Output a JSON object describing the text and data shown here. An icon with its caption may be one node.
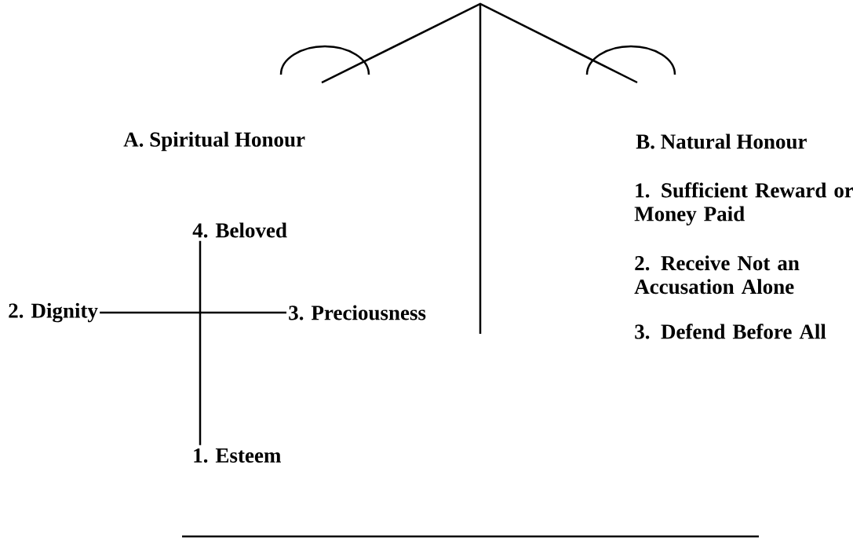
{
  "diagram": {
    "nodes": [
      {
        "text": [
          "A. Spiritual Honour"
        ]
      },
      {
        "text": [
          "B. Natural Honour"
        ]
      },
      {
        "text": [
          "4. Beloved"
        ]
      },
      {
        "text": [
          "2. Dignity"
        ]
      },
      {
        "text": [
          "3. Preciousness"
        ]
      },
      {
        "text": [
          "1. Esteem"
        ]
      }
    ],
    "edges": [
      {
        "from": 3,
        "to": 4,
        "arrow": "none"
      },
      {
        "from": 2,
        "to": 5,
        "arrow": "none"
      }
    ],
    "labels": [
      "1. Sufficient Reward or Money Paid",
      "2. Receive Not an Accusation Alone",
      "3. Defend Before All"
    ]
  }
}
